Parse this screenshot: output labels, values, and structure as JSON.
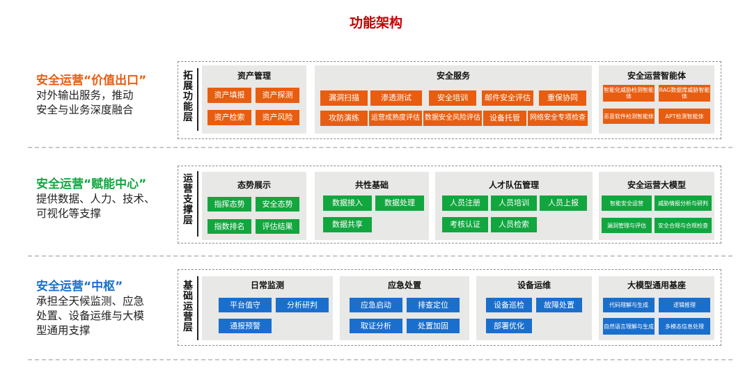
{
  "title": "功能架构",
  "colors": {
    "title": "#c00000",
    "orange": "#e85d10",
    "green": "#12a63f",
    "blue": "#1a6fcd",
    "panel": "#e8e8e6"
  },
  "layers": [
    {
      "id": "expand",
      "side_title": "安全运营“价值出口”",
      "side_desc_lines": [
        "对外输出服务，推动",
        "安全与业务深度融合"
      ],
      "side_color": "#e85d10",
      "label": "拓展功能层",
      "panels": [
        {
          "title": "资产管理",
          "items": [
            "资产填报",
            "资产探测",
            "资产检索",
            "资产风险"
          ]
        },
        {
          "title": "安全服务",
          "items": [
            "漏洞扫描",
            "渗透测试",
            "安全培训",
            "邮件安全评估",
            "重保协同",
            "攻防演练",
            "运营成熟度评估",
            "数据安全风险评估",
            "设备托管",
            "网络安全专项检查"
          ]
        },
        {
          "title": "安全运营智能体",
          "items": [
            "智能化威胁检测智能体",
            "RAG数据库威胁智能体",
            "恶意软件检测智能体",
            "APT检测智能体"
          ]
        }
      ]
    },
    {
      "id": "ops",
      "side_title": "安全运营“赋能中心”",
      "side_desc_lines": [
        "提供数据、人力、技术、",
        "可视化等支撑"
      ],
      "side_color": "#12a63f",
      "label": "运营支撑层",
      "panels": [
        {
          "title": "态势展示",
          "items": [
            "指挥态势",
            "安全态势",
            "指数排名",
            "评估结果"
          ]
        },
        {
          "title": "共性基础",
          "items": [
            "数据接入",
            "数据处理",
            "数据共享"
          ]
        },
        {
          "title": "人才队伍管理",
          "items": [
            "人员注册",
            "人员培训",
            "人员上报",
            "考核认证",
            "人员检索"
          ]
        },
        {
          "title": "安全运营大模型",
          "items": [
            "智能安全运营",
            "威胁情报分析与研判",
            "漏洞管理与评估",
            "安全合规与合规检查"
          ]
        }
      ]
    },
    {
      "id": "base",
      "side_title": "安全运营“中枢”",
      "side_desc_lines": [
        "承担全天候监测、应急",
        "处置、设备运维与大模",
        "型通用支撑"
      ],
      "side_color": "#1a6fcd",
      "label": "基础运营层",
      "panels": [
        {
          "title": "日常监测",
          "items": [
            "平台值守",
            "分析研判",
            "通报预警"
          ]
        },
        {
          "title": "应急处置",
          "items": [
            "应急启动",
            "排查定位",
            "取证分析",
            "处置加固"
          ]
        },
        {
          "title": "设备运维",
          "items": [
            "设备巡检",
            "故障处置",
            "部署优化"
          ]
        },
        {
          "title": "大模型通用基座",
          "items": [
            "代码理解与生成",
            "逻辑推理",
            "自然语言理解与生成",
            "多模态信息处理"
          ]
        }
      ]
    }
  ]
}
